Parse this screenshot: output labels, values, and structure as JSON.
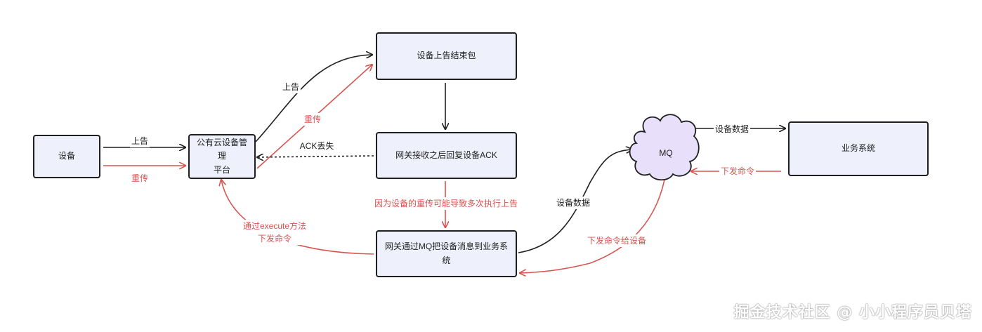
{
  "nodes": {
    "device": "设备",
    "cloud_platform": "公有云设备管理\n平台",
    "end_packet": "设备上告结束包",
    "gateway_ack": "网关接收之后回复设备ACK",
    "gateway_mq": "网关通过MQ把设备消息到业务系统",
    "mq": "MQ",
    "business": "业务系统"
  },
  "edges": {
    "device_report": "上告",
    "device_retry": "重传",
    "platform_report": "上告",
    "platform_retry": "重传",
    "ack_lost": "ACK丢失",
    "retry_cause": "因为设备的重传可能导致多次执行上告",
    "execute_cmd": "通过execute方法\n下发命令",
    "device_data_to_mq": "设备数据",
    "mq_to_business": "设备数据",
    "business_cmd": "下发命令",
    "cmd_to_device": "下发命令给设备"
  },
  "colors": {
    "node_fill": "#eef1fb",
    "cloud_fill": "#e8e0fb",
    "black_edge": "#1f1f1f",
    "red_edge": "#d9534f"
  },
  "watermark": "掘金技术社区 @ 小小程序员贝塔"
}
